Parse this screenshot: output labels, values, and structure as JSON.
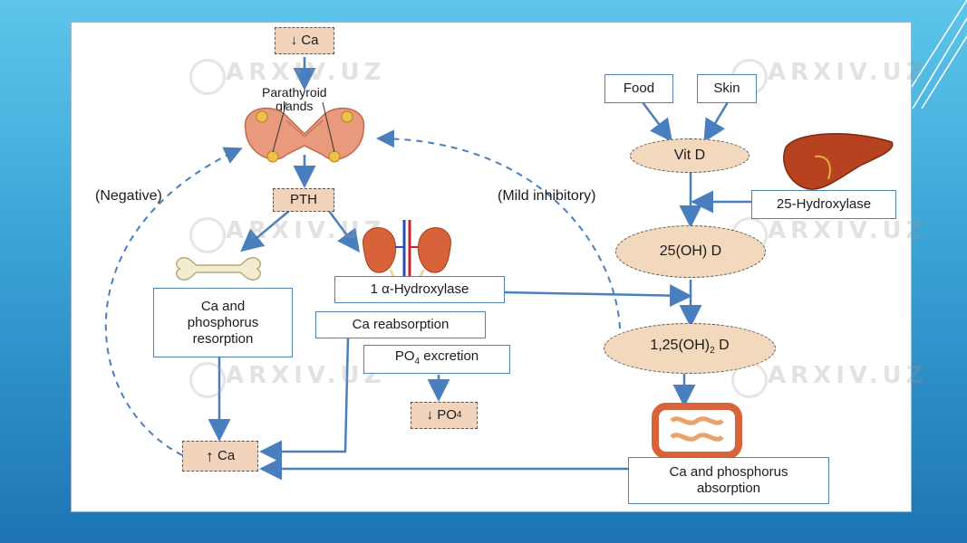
{
  "watermark": "ARXIV.UZ",
  "nodes": {
    "ca_low": "Ca",
    "parathyroid_label": "Parathyroid\nglands",
    "pth": "PTH",
    "negative_label": "(Negative)",
    "mild_inhibitory_label": "(Mild inhibitory)",
    "ca_phos_resorption": "Ca and\nphosphorus\nresorption",
    "hydroxylase_1a": "1 α-Hydroxylase",
    "ca_reabsorption": "Ca reabsorption",
    "po4_excretion_prefix": "PO",
    "po4_excretion_sub": "4",
    "po4_excretion_suffix": " excretion",
    "po4_low_prefix": "PO",
    "po4_low_sub": "4",
    "ca_high": "Ca",
    "food": "Food",
    "skin": "Skin",
    "vitd": "Vit D",
    "hydroxylase_25": "25-Hydroxylase",
    "oh_d_25": "25(OH) D",
    "oh2_d_prefix": "1,25(OH)",
    "oh2_d_sub": "2",
    "oh2_d_suffix": " D",
    "ca_phos_absorption": "Ca and phosphorus\nabsorption"
  },
  "colors": {
    "arrow": "#4a7fbf",
    "hormone_fill": "#f1d4bb",
    "oval_fill": "#f2d8bd",
    "box_border": "#4f7fb3"
  },
  "icons": [
    "thyroid-gland-icon",
    "bone-icon",
    "kidney-icon",
    "liver-icon",
    "intestine-icon"
  ]
}
